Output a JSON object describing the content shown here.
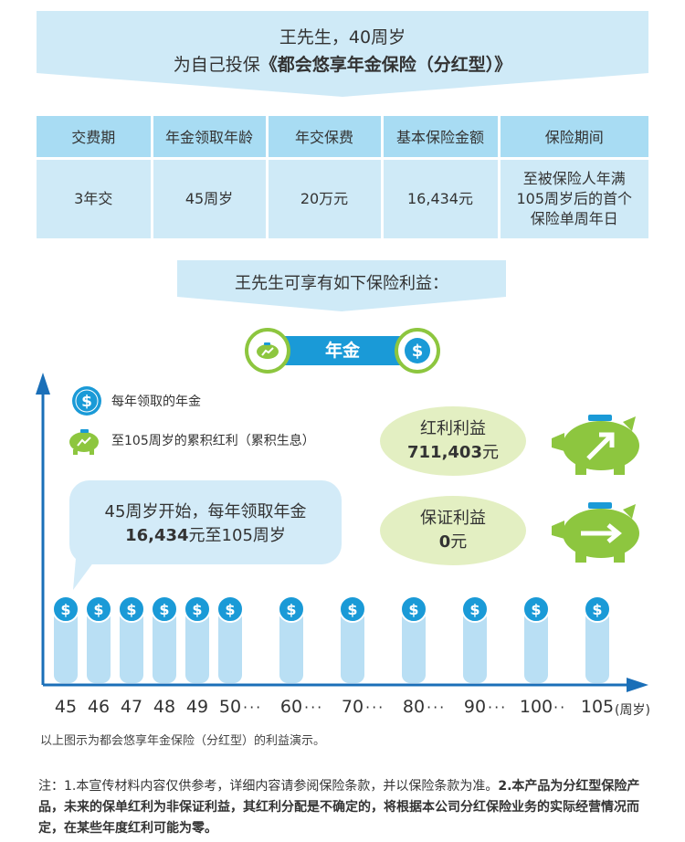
{
  "header": {
    "line1": "王先生，40周岁",
    "line2_prefix": "为自己投保",
    "line2_product": "《都会悠享年金保险（分红型）》"
  },
  "policy_table": {
    "headers": [
      "交费期",
      "年金领取年龄",
      "年交保费",
      "基本保险金额",
      "保险期间"
    ],
    "row": [
      "3年交",
      "45周岁",
      "20万元",
      "16,434元",
      "至被保险人年满105周岁后的首个保险单周年日"
    ]
  },
  "benefits_title": "王先生可享有如下保险利益：",
  "annuity_pill": {
    "label": "年金"
  },
  "legend": [
    {
      "icon": "dollar-coin-icon",
      "label": "每年领取的年金"
    },
    {
      "icon": "piggy-bank-icon",
      "label": "至105周岁的累积红利（累积生息）"
    }
  ],
  "callout": {
    "line1": "45周岁开始，每年领取年金",
    "line2_amount": "16,434",
    "line2_suffix": "元至105周岁"
  },
  "dividend_benefit": {
    "label": "红利利益",
    "amount": "711,403",
    "unit": "元"
  },
  "guaranteed_benefit": {
    "label": "保证利益",
    "amount": "0",
    "unit": "元"
  },
  "axis": {
    "ticks": [
      "45",
      "46",
      "47",
      "48",
      "49",
      "50",
      "60",
      "70",
      "80",
      "90",
      "100",
      "105"
    ],
    "dots": [
      "···",
      "···",
      "···",
      "···",
      "···",
      "··"
    ],
    "unit": "(周岁)"
  },
  "caption": "以上图示为都会悠享年金保险（分红型）的利益演示。",
  "note": {
    "plain": "注：1.本宣传材料内容仅供参考，详细内容请参阅保险条款，并以保险条款为准。",
    "bold": "2.本产品为分红型保险产品，未来的保单红利为非保证利益，其红利分配是不确定的，将根据本公司分红保险业务的实际经营情况而定，在某些年度红利可能为零。"
  },
  "colors": {
    "blue": "#1a9ad7",
    "light_blue": "#a8dcf3",
    "pale_blue": "#cfeaf7",
    "green": "#8dc63f",
    "pale_green": "#e3efc2"
  }
}
